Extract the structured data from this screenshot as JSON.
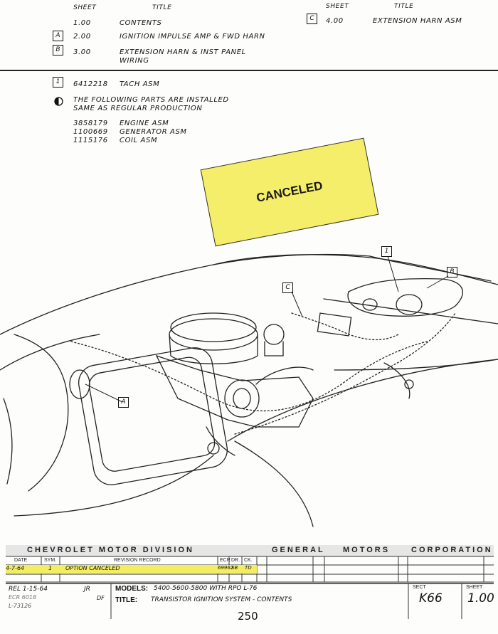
{
  "header": {
    "col_sheet": "SHEET",
    "col_title": "TITLE",
    "col_sheet_right": "SHEET",
    "col_title_right": "TITLE"
  },
  "contents": [
    {
      "symbol": "",
      "sheet": "1.00",
      "title": "CONTENTS"
    },
    {
      "symbol": "A",
      "sheet": "2.00",
      "title": "IGNITION IMPULSE AMP & FWD HARN"
    },
    {
      "symbol": "B",
      "sheet": "3.00",
      "title": "EXTENSION HARN & INST PANEL",
      "title_line2": "WIRING"
    },
    {
      "symbol": "C",
      "sheet": "4.00",
      "title": "EXTENSION HARN ASM"
    }
  ],
  "parts": {
    "tach": {
      "symbol": "1",
      "number": "6412218",
      "name": "TACH ASM"
    },
    "note_line1": "THE FOLLOWING PARTS ARE INSTALLED",
    "note_line2": "SAME AS REGULAR PRODUCTION",
    "list": [
      {
        "number": "3858179",
        "name": "ENGINE ASM"
      },
      {
        "number": "1100669",
        "name": "GENERATOR ASM"
      },
      {
        "number": "1115176",
        "name": "COIL ASM"
      }
    ]
  },
  "stamp": "CANCELED",
  "callouts": {
    "one": "1",
    "b": "B",
    "c": "C",
    "a": "A"
  },
  "title_block": {
    "division": "CHEVROLET  MOTOR  DIVISION",
    "general": "GENERAL",
    "motors": "MOTORS",
    "corporation": "CORPORATION",
    "col_date": "DATE",
    "col_sym": "SYM.",
    "col_revision": "REVISION RECORD",
    "col_ecr": "ECR",
    "col_dr": "DR.",
    "col_ck": "CK.",
    "rev_date": "4-7-64",
    "rev_sym": "1",
    "rev_text": "OPTION CANCELED",
    "rev_ecr": "69962",
    "rev_dr": "SB",
    "rev_ck": "TD",
    "rel": "REL 1-15-64",
    "rel_line2": "ECR 6018",
    "rel_line3": "L-73126",
    "initials1": "JR",
    "initials2": "DF",
    "models_label": "MODELS:",
    "models_value": "5400-5600-5800 WITH RPO L-76",
    "title_label": "TITLE:",
    "title_value": "TRANSISTOR IGNITION SYSTEM - CONTENTS",
    "sect_label": "SECT",
    "sect_value": "K66",
    "sheet_label": "SHEET",
    "sheet_value": "1.00",
    "page_number": "250"
  }
}
